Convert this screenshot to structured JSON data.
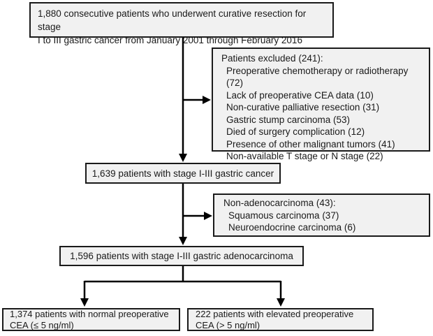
{
  "figure": {
    "type": "patient-flow-diagram",
    "colors": {
      "background": "#ffffff",
      "box_fill": "#f1f1f1",
      "box_border": "#1a1a1a",
      "arrow": "#000000",
      "text": "#1a1a1a"
    },
    "boxes": {
      "enrolled": {
        "lines": [
          "1,880 consecutive patients who underwent curative resection for stage",
          "I to III gastric cancer from January 2001 through February 2016"
        ]
      },
      "excluded": {
        "header": "Patients excluded (241):",
        "items": [
          "Preoperative chemotherapy or radiotherapy (72)",
          "Lack of preoperative CEA data (10)",
          "Non-curative palliative resection (31)",
          "Gastric stump carcinoma (53)",
          "Died of surgery complication (12)",
          "Presence of other malignant tumors (41)",
          "Non-available T stage or N stage (22)"
        ]
      },
      "stage_i_iii": {
        "text": "1,639 patients with stage I-III gastric cancer"
      },
      "non_adenocarcinoma": {
        "header": "Non-adenocarcinoma (43):",
        "items": [
          "Squamous carcinoma (37)",
          "Neuroendocrine carcinoma (6)"
        ]
      },
      "adenocarcinoma": {
        "text": "1,596 patients with stage I-III gastric adenocarcinoma"
      },
      "normal_cea": {
        "lines": [
          "1,374 patients with normal preoperative",
          "CEA (≤ 5 ng/ml)"
        ]
      },
      "elevated_cea": {
        "lines": [
          "222 patients with elevated preoperative",
          "CEA (> 5 ng/ml)"
        ]
      }
    }
  }
}
